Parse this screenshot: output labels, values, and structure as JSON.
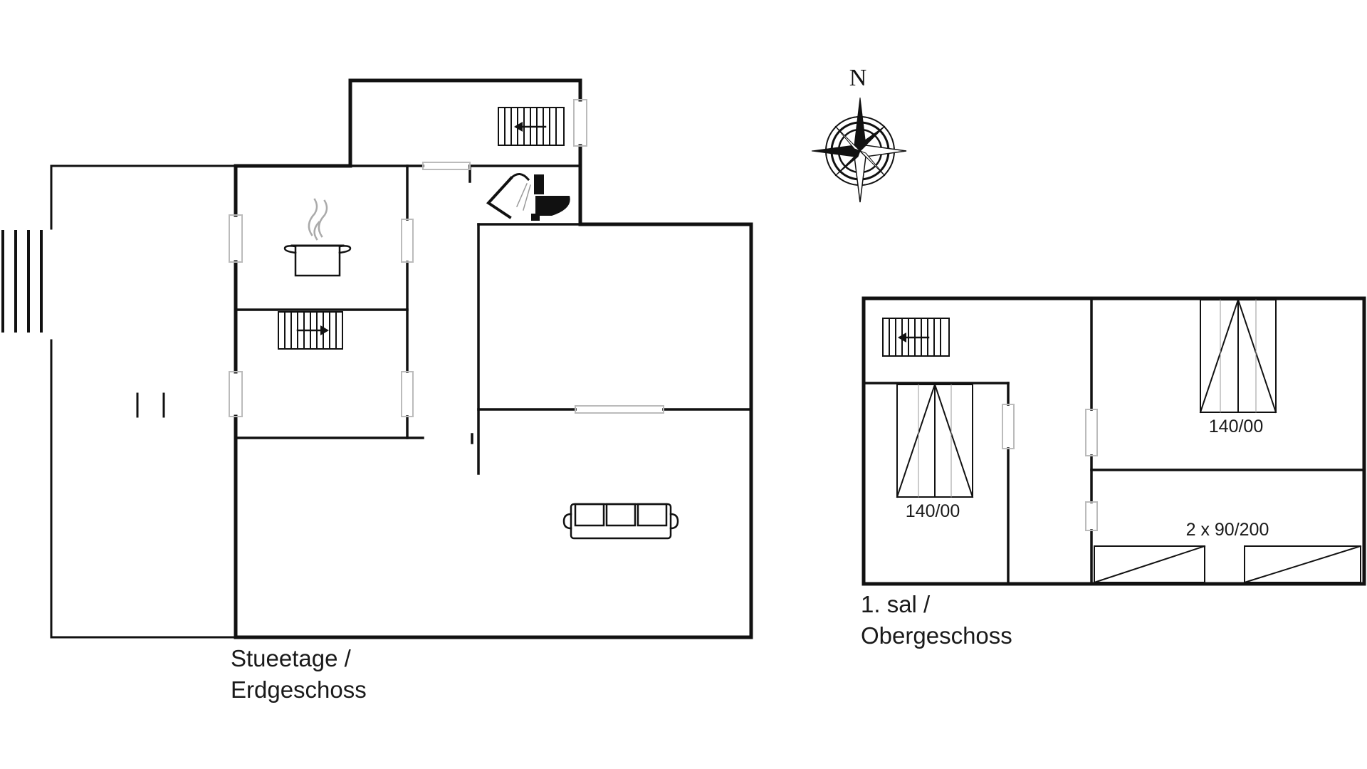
{
  "floors": {
    "ground": {
      "line1": "Stueetage /",
      "line2": "Erdgeschoss"
    },
    "upper": {
      "line1": "1. sal /",
      "line2": "Obergeschoss"
    }
  },
  "beds": {
    "bed_a": "140/00",
    "bed_b": "140/00",
    "bed_c": "2 x 90/200"
  },
  "compass": {
    "north_label": "N"
  },
  "icons": [
    "stairs-icon",
    "pot-icon",
    "shower-icon",
    "toilet-icon",
    "sofa-icon",
    "compass-rose-icon",
    "bed-icon"
  ],
  "colors": {
    "line": "#111111",
    "background": "#ffffff"
  }
}
